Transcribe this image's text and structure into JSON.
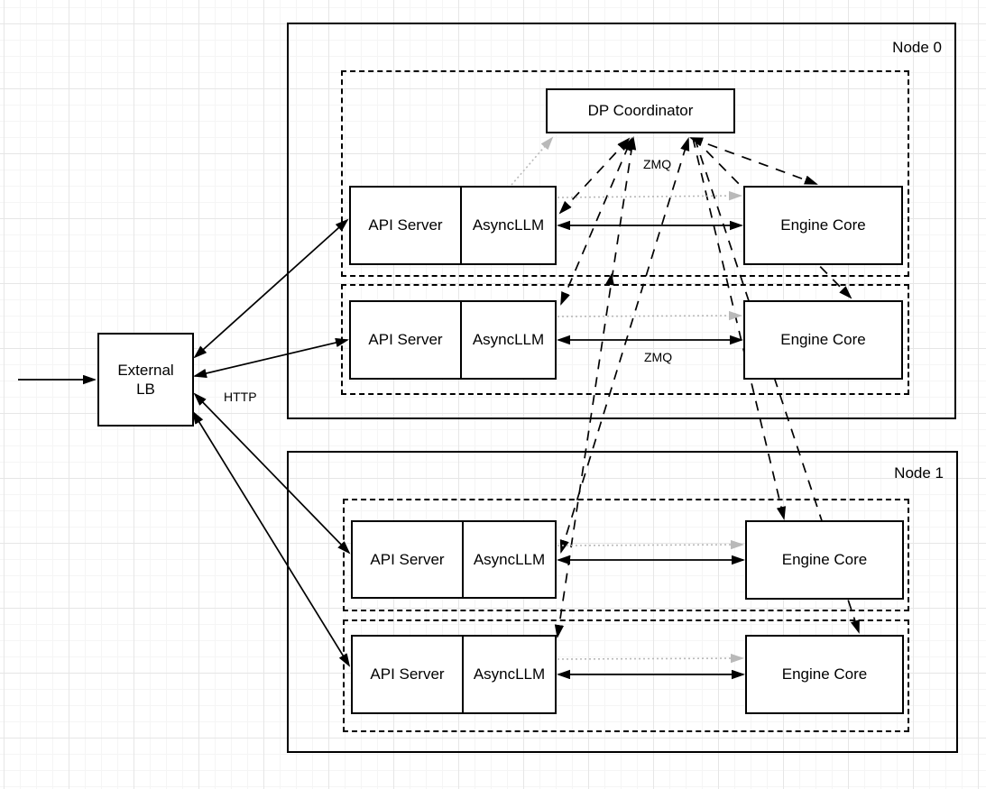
{
  "coordinator": "DP Coordinator",
  "external_lb": {
    "line1": "External",
    "line2": "LB"
  },
  "edge_labels": {
    "http": "HTTP",
    "zmq_coordinator": "ZMQ",
    "zmq_engine": "ZMQ"
  },
  "nodes": [
    {
      "label": "Node 0",
      "rows": [
        {
          "api_server": "API Server",
          "async_llm": "AsyncLLM",
          "engine_core": "Engine Core"
        },
        {
          "api_server": "API Server",
          "async_llm": "AsyncLLM",
          "engine_core": "Engine Core"
        }
      ]
    },
    {
      "label": "Node 1",
      "rows": [
        {
          "api_server": "API Server",
          "async_llm": "AsyncLLM",
          "engine_core": "Engine Core"
        },
        {
          "api_server": "API Server",
          "async_llm": "AsyncLLM",
          "engine_core": "Engine Core"
        }
      ]
    }
  ],
  "colors": {
    "stroke": "#000000",
    "gray_arrow": "#b9b9b9",
    "background": "#ffffff"
  }
}
